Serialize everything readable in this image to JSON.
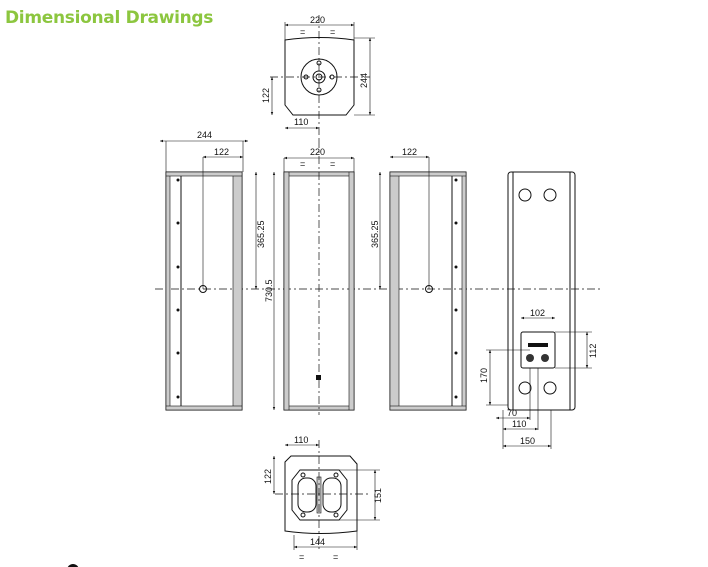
{
  "title": "Dimensional Drawings",
  "colors": {
    "title": "#8cc63f",
    "lines": "#111111"
  },
  "dimensions": {
    "top_width": "220",
    "top_depth": "244",
    "top_half_depth": "122",
    "top_half_width": "110",
    "side_depth": "244",
    "side_half_depth": "122",
    "side_half_height": "365.25",
    "front_height": "730.5",
    "front_width": "220",
    "side2_half_depth": "122",
    "side2_half_height": "365.25",
    "rear_panel_width": "102",
    "rear_panel_height": "112",
    "rear_panel_bottom": "170",
    "rear_70": "70",
    "rear_110": "110",
    "rear_150": "150",
    "bottom_half_width": "110",
    "bottom_half_depth": "122",
    "bottom_bracket_height": "151",
    "bottom_bracket_width": "144",
    "equal_mark": "="
  }
}
